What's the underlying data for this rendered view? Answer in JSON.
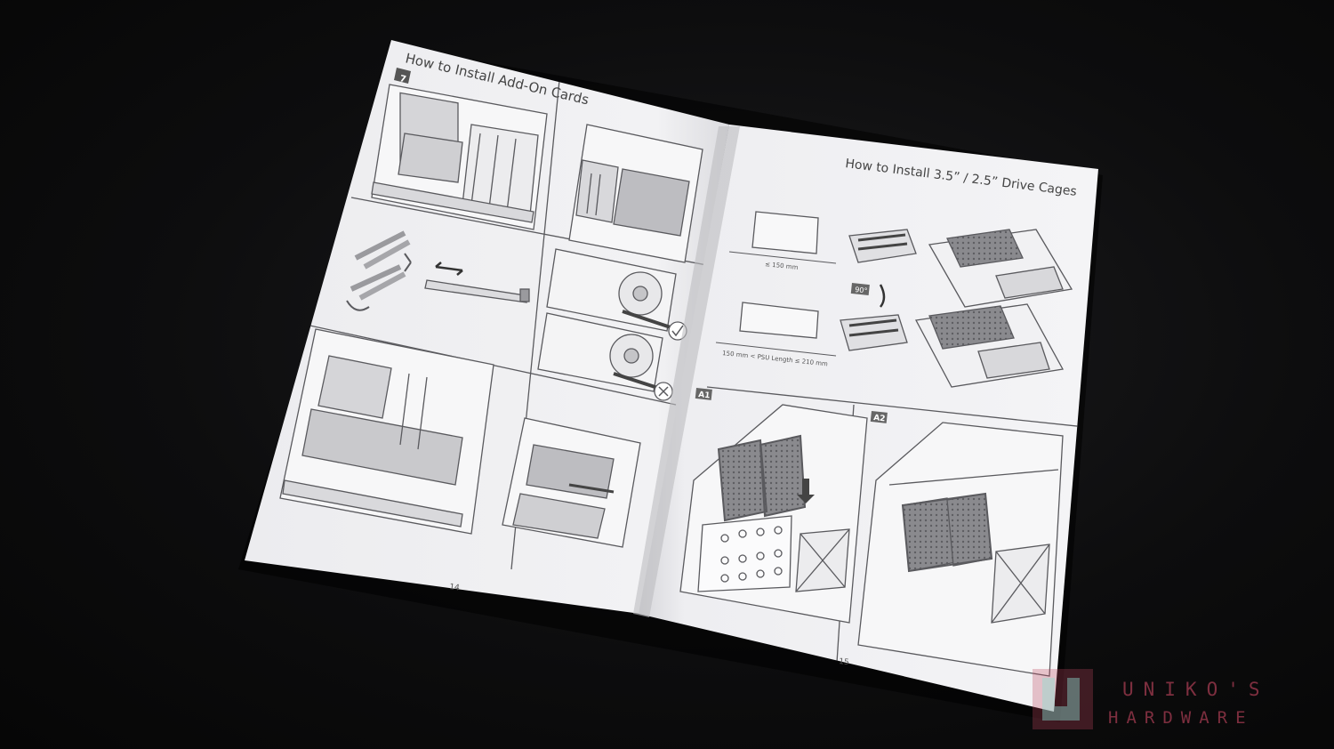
{
  "left_page": {
    "title": "How to Install Add-On Cards",
    "step_badge": "7",
    "page_number": "14"
  },
  "right_page": {
    "title": "How to Install 3.5” / 2.5” Drive Cages",
    "dimension_top": "≤ 150 mm",
    "dimension_bottom": "150 mm < PSU Length ≤ 210 mm",
    "rotation_label": "90°",
    "panel_a1": "A1",
    "panel_a2": "A2",
    "page_number": "15"
  },
  "watermark": {
    "line1": "UNIKO'S",
    "line2": "HARDWARE"
  },
  "colors": {
    "paper": "#f2f2f4",
    "line": "#5a5a5e",
    "background": "#0b0b0c",
    "watermark": "#c0455e"
  }
}
